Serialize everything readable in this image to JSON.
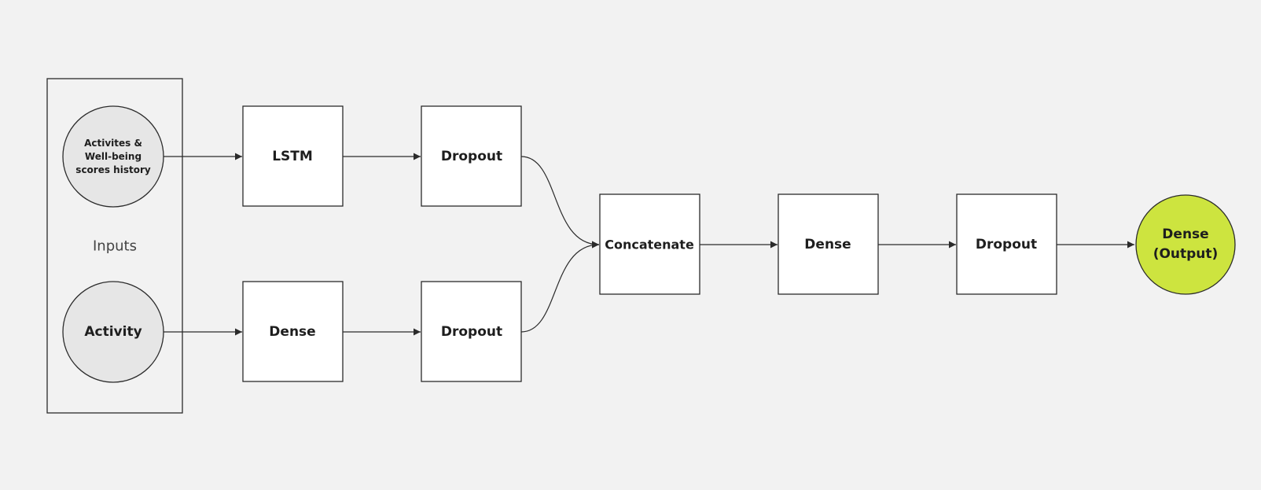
{
  "colors": {
    "background": "#f2f2f2",
    "input_fill": "#e6e6e6",
    "layer_fill": "#ffffff",
    "output_fill": "#cde43f",
    "stroke": "#2b2b2b"
  },
  "group": {
    "label": "Inputs"
  },
  "nodes": {
    "input_history": {
      "lines": [
        "Activites &",
        "Well-being",
        "scores history"
      ]
    },
    "input_activity": {
      "label": "Activity"
    },
    "lstm": {
      "label": "LSTM"
    },
    "dropout_top": {
      "label": "Dropout"
    },
    "dense_bottom": {
      "label": "Dense"
    },
    "dropout_bottom": {
      "label": "Dropout"
    },
    "concatenate": {
      "label": "Concatenate"
    },
    "dense_mid": {
      "label": "Dense"
    },
    "dropout_final": {
      "label": "Dropout"
    },
    "output": {
      "lines": [
        "Dense",
        "(Output)"
      ]
    }
  },
  "edges": [
    {
      "from": "input_history",
      "to": "lstm"
    },
    {
      "from": "lstm",
      "to": "dropout_top"
    },
    {
      "from": "input_activity",
      "to": "dense_bottom"
    },
    {
      "from": "dense_bottom",
      "to": "dropout_bottom"
    },
    {
      "from": "dropout_top",
      "to": "concatenate"
    },
    {
      "from": "dropout_bottom",
      "to": "concatenate"
    },
    {
      "from": "concatenate",
      "to": "dense_mid"
    },
    {
      "from": "dense_mid",
      "to": "dropout_final"
    },
    {
      "from": "dropout_final",
      "to": "output"
    }
  ]
}
